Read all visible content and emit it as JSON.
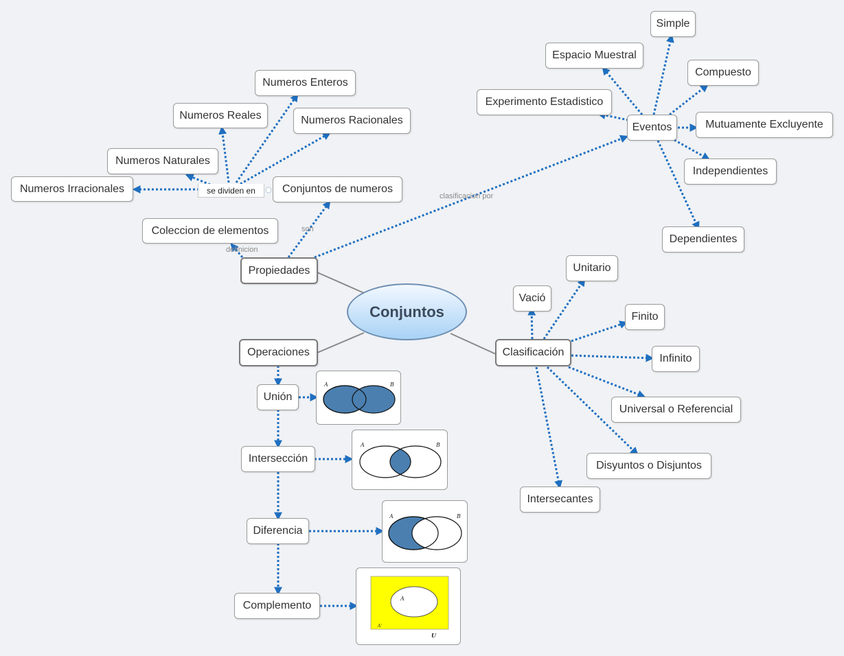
{
  "central": "Conjuntos",
  "main": {
    "propiedades": "Propiedades",
    "operaciones": "Operaciones",
    "clasificacion": "Clasificación"
  },
  "labels": {
    "definicion": "definicion",
    "son": "son",
    "clasificacion_por": "clasificacion por",
    "se_dividen_en": "se dividen en"
  },
  "propiedades": {
    "coleccion": "Coleccion de elementos",
    "conjuntos_numeros": "Conjuntos de numeros",
    "eventos": "Eventos"
  },
  "numeros": {
    "irracionales": "Numeros Irracionales",
    "naturales": "Numeros Naturales",
    "reales": "Numeros Reales",
    "enteros": "Numeros Enteros",
    "racionales": "Numeros Racionales"
  },
  "eventos": {
    "experimento": "Experimento Estadistico",
    "espacio": "Espacio Muestral",
    "simple": "Simple",
    "compuesto": "Compuesto",
    "mutuamente": "Mutuamente Excluyente",
    "independientes": "Independientes",
    "dependientes": "Dependientes"
  },
  "clasificacion": {
    "vacio": "Vació",
    "unitario": "Unitario",
    "finito": "Finito",
    "infinito": "Infinito",
    "universal": "Universal o Referencial",
    "disyuntos": "Disyuntos o Disjuntos",
    "intersecantes": "Intersecantes"
  },
  "operaciones": {
    "union": "Unión",
    "interseccion": "Intersección",
    "diferencia": "Diferencia",
    "complemento": "Complemento"
  },
  "venn": {
    "a": "A",
    "b": "B",
    "a_comp": "A'",
    "u": "U"
  },
  "colors": {
    "dotted_link": "#1f6fc0",
    "solid_link": "#8a8a8a",
    "venn_fill": "#4a7fb0",
    "complement_bg": "#ffff00"
  }
}
